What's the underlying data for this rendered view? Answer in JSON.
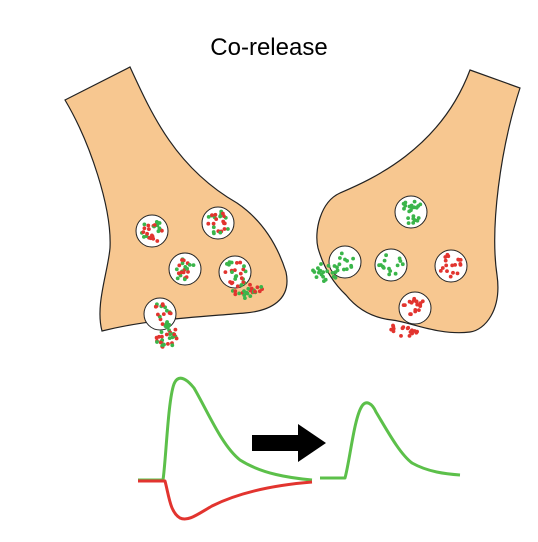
{
  "title": "Co-release",
  "colors": {
    "terminal_fill": "#f7c790",
    "terminal_stroke": "#222222",
    "vesicle_fill": "#ffffff",
    "transmitter_green": "#3ab54a",
    "transmitter_red": "#e2342f",
    "arrow": "#000000"
  },
  "panels": [
    {
      "name": "left-terminal",
      "vesicle_contents": [
        "mixed",
        "mixed",
        "mixed",
        "mixed",
        "mixed"
      ],
      "released": "mixed"
    },
    {
      "name": "right-terminal",
      "vesicle_contents": [
        "green",
        "green",
        "red",
        "green",
        "red"
      ],
      "released": "segregated"
    }
  ],
  "traces": {
    "left": [
      "green-positive",
      "red-negative"
    ],
    "right": [
      "green-positive"
    ]
  },
  "arrow_direction": "right"
}
